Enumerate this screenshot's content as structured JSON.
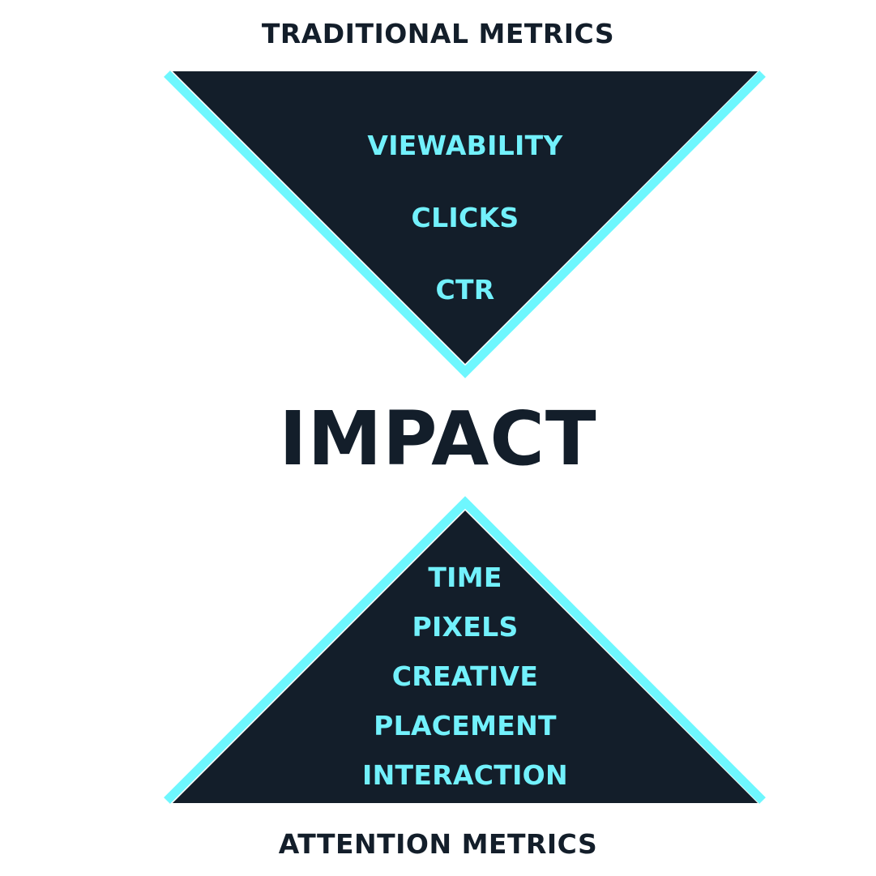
{
  "diagram": {
    "top_title": "TRADITIONAL METRICS",
    "center_title": "IMPACT",
    "bottom_title": "ATTENTION METRICS",
    "top_triangle": {
      "items": [
        "VIEWABILITY",
        "CLICKS",
        "CTR"
      ]
    },
    "bottom_triangle": {
      "items": [
        "TIME",
        "PIXELS",
        "CREATIVE",
        "PLACEMENT",
        "INTERACTION"
      ]
    },
    "colors": {
      "dark": "#131e2a",
      "accent": "#6ef7fe",
      "background": "#ffffff"
    }
  }
}
